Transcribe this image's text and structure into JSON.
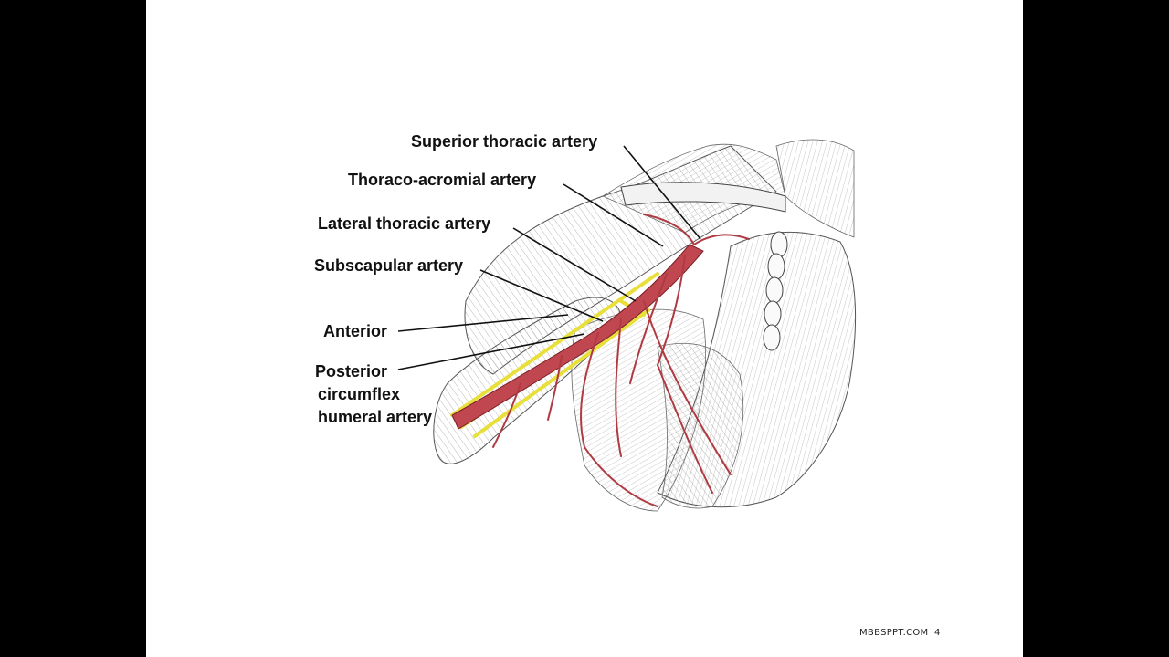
{
  "labels": {
    "superior_thoracic": "Superior thoracic artery",
    "thoraco_acromial": "Thoraco-acromial artery",
    "lateral_thoracic": "Lateral thoracic artery",
    "subscapular": "Subscapular artery",
    "anterior": "Anterior",
    "posterior_line1": "Posterior",
    "posterior_line2": "circumflex",
    "posterior_line3": "humeral artery"
  },
  "footer": {
    "source": "MBBSPPT.COM",
    "page_number": "4"
  },
  "colors": {
    "artery": "#c0474f",
    "nerve": "#e8df3a",
    "muscle_line": "#8a8a8a",
    "leader": "#111111"
  }
}
